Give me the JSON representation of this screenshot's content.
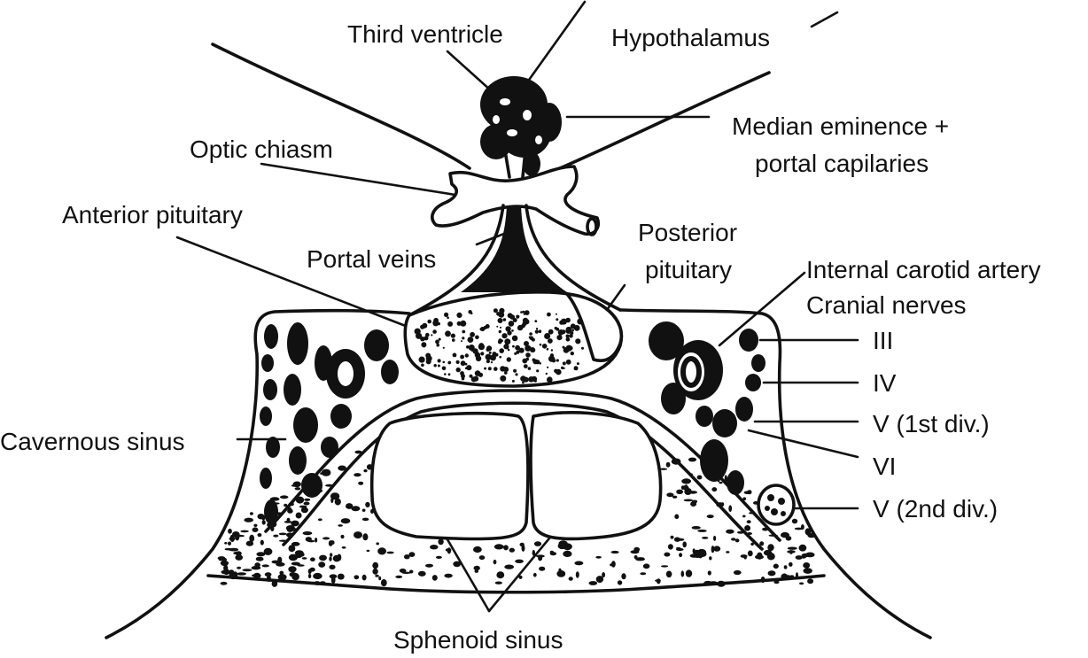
{
  "labels": {
    "third_ventricle": "Third ventricle",
    "hypothalamus": "Hypothalamus",
    "median_eminence_1": "Median eminence +",
    "median_eminence_2": "portal capilaries",
    "optic_chiasm": "Optic chiasm",
    "anterior_pituitary": "Anterior pituitary",
    "portal_veins": "Portal veins",
    "posterior_pituitary_1": "Posterior",
    "posterior_pituitary_2": "pituitary",
    "internal_carotid": "Internal carotid artery",
    "cranial_nerves": "Cranial nerves",
    "nerve_iii": "III",
    "nerve_iv": "IV",
    "nerve_v1": "V (1st div.)",
    "nerve_vi": "VI",
    "nerve_v2": "V (2nd div.)",
    "cavernous_sinus": "Cavernous sinus",
    "sphenoid_sinus": "Sphenoid sinus"
  },
  "colors": {
    "ink": "#111111",
    "background": "#ffffff"
  }
}
